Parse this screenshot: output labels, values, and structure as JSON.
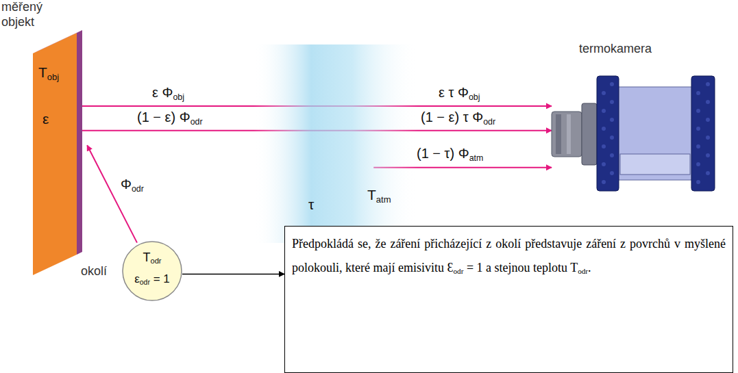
{
  "diagram": {
    "nodes": [
      {
        "text": [
          "měřený objekt",
          "Tobj",
          "ε"
        ]
      },
      {
        "text": [
          "termokamera"
        ]
      },
      {
        "text": [
          "τ",
          "Tatm"
        ]
      },
      {
        "text": [
          "Todr",
          "εodr = 1",
          "okolí"
        ]
      },
      {
        "text": [
          "Předpokládá se, že záření přicházející z okolí představuje záření z povrchů v myšlené polokouli, které mají emisivitu Ɛodr = 1 a stejnou teplotu Todr."
        ]
      }
    ],
    "edges": [
      {
        "from": 0,
        "to": 1,
        "label": "ε Φobj",
        "arrow": "to"
      },
      {
        "from": 0,
        "to": 1,
        "label": "(1 − ε) Φodr",
        "arrow": "to"
      },
      {
        "from": 2,
        "to": 1,
        "label": "(1 − τ) Φatm",
        "arrow": "to"
      },
      {
        "from": 3,
        "to": 0,
        "label": "Φodr",
        "arrow": "to"
      },
      {
        "from": 3,
        "to": 4,
        "arrow": "to"
      }
    ],
    "labels": [
      "ε τ Φobj",
      "(1 − ε) τ Φodr"
    ]
  }
}
